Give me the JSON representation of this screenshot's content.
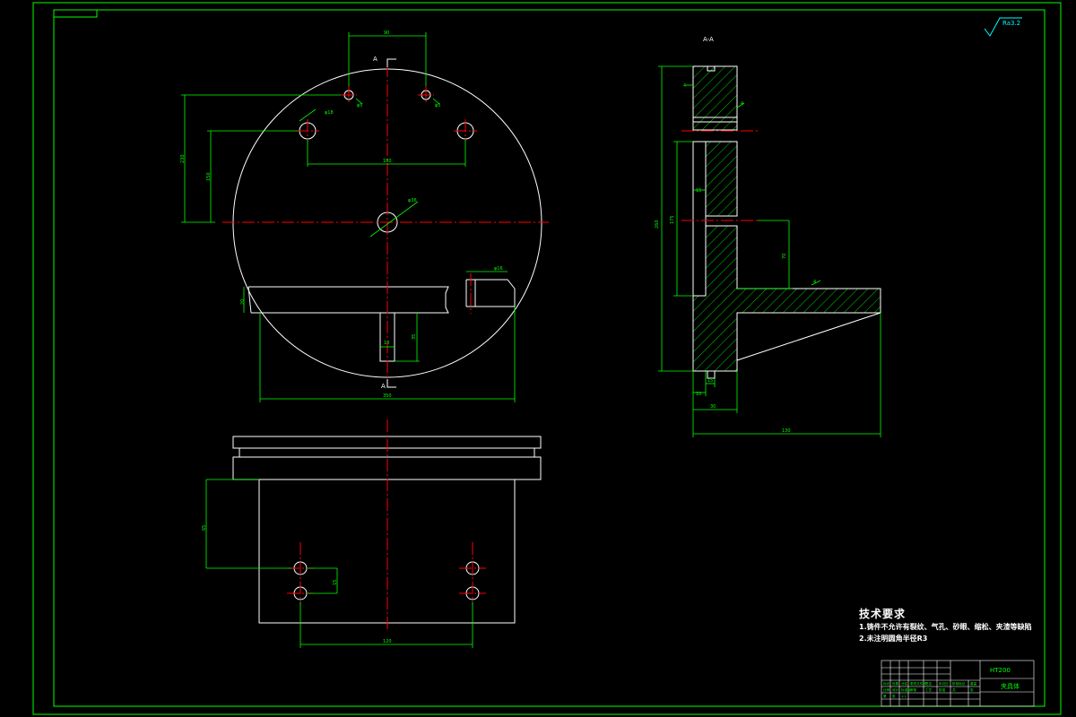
{
  "colors": {
    "background": "#000000",
    "frame": "#00ff00",
    "outline": "#ffffff",
    "centerline": "#ff0000",
    "dimension": "#00ff00",
    "hatch": "#00ff00",
    "cyan": "#00ffff",
    "arrow_white": "#ffffff"
  },
  "labels": {
    "section_top": "A",
    "section_bottom": "A",
    "section_view": "A-A",
    "roughness": "Ra3.2"
  },
  "dims": {
    "top_spacing": "90",
    "hole_r_left": "φ5",
    "hole_r_right": "φ5",
    "hole_left": "φ18",
    "span_holes": "180",
    "height_outer": "230",
    "height_inner": "150",
    "center_hole": "φ36",
    "slot_width": "φ16",
    "plate_thk": "20",
    "key_w": "10",
    "key_h": "35",
    "width_total": "350",
    "front_h": "65",
    "front_gap": "15",
    "front_span": "120",
    "side_height": "260",
    "side_inner": "175",
    "side_small": "15",
    "side_arm": "70",
    "side_w1": "10",
    "side_w2": "15",
    "side_w3": "30",
    "side_len": "130",
    "weld_top": "4",
    "weld_top2": "4",
    "weld_arm": "4"
  },
  "tech": {
    "title": "技术要求",
    "items": [
      "1.铸件不允许有裂纹、气孔、砂眼、缩松、夹渣等缺陷",
      "2.未注明圆角半径R3"
    ]
  },
  "title_block": {
    "drawing_no": "HT200",
    "part_name": "夹具体",
    "cells": [
      "标记",
      "处数",
      "分区",
      "更改文件号",
      "签名",
      "年月日",
      "阶段标记",
      "重量",
      "比例",
      "设计",
      "标准化",
      "审核",
      "工艺",
      "批准",
      "共",
      "张",
      "第",
      "张",
      "1:1"
    ]
  }
}
